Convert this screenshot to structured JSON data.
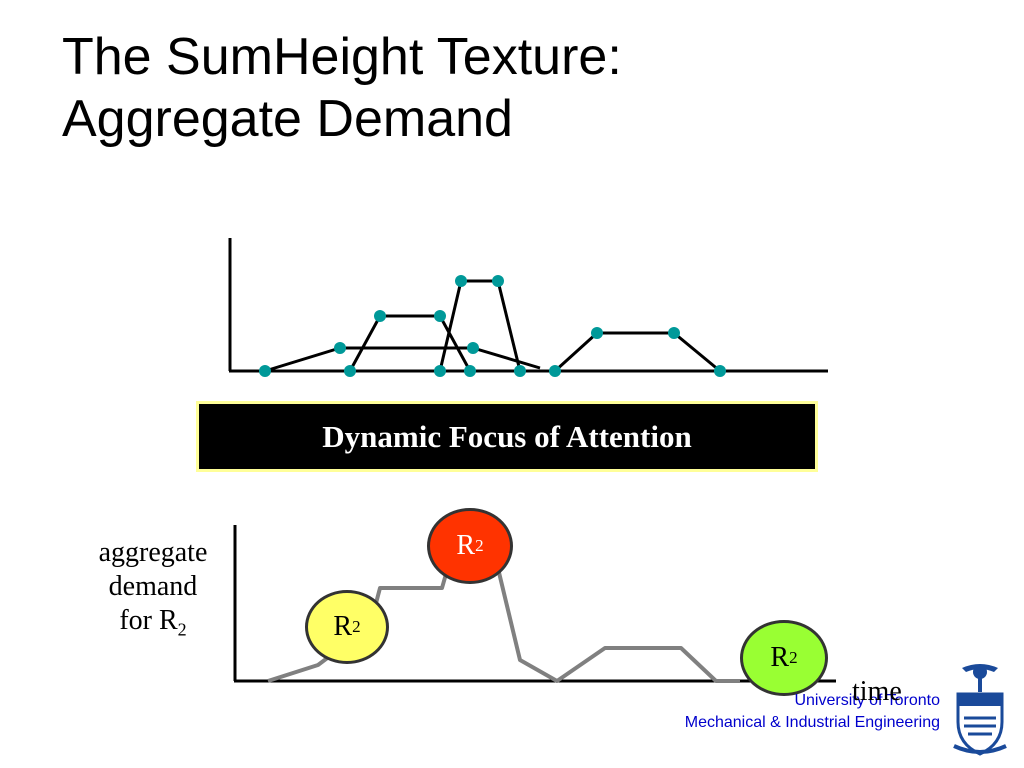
{
  "title": {
    "line1": "The SumHeight Texture:",
    "line2": "Aggregate  Demand"
  },
  "banner": {
    "text": "Dynamic Focus of Attention"
  },
  "lower_chart": {
    "ylabel_line1": "aggregate",
    "ylabel_line2": "demand",
    "ylabel_line3": "for  R",
    "ylabel_sub": "2",
    "xlabel": "time",
    "markers": [
      {
        "letter": "R",
        "sub": "2",
        "color": "#ffff66"
      },
      {
        "letter": "R",
        "sub": "2",
        "color": "#ff3300"
      },
      {
        "letter": "R",
        "sub": "2",
        "color": "#99ff33"
      }
    ]
  },
  "footer": {
    "line1": "University of Toronto",
    "line2": "Mechanical & Industrial Engineering"
  },
  "colors": {
    "dot": "#009999",
    "banner_bg": "#000000",
    "banner_border": "#ffff99",
    "footer_text": "#0000cc",
    "lower_curve": "#808080"
  }
}
